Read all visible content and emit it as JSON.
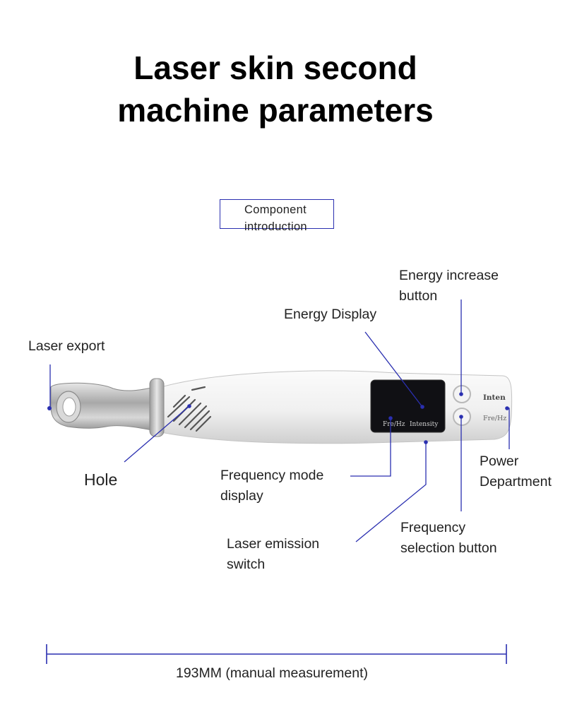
{
  "title": {
    "line1": "Laser skin second",
    "line2": "machine parameters"
  },
  "intro": {
    "line1": "Component",
    "line2": "introduction"
  },
  "device": {
    "display_left_label": "Fre/Hz",
    "display_right_label": "Intensity",
    "side_label_top": "Inten",
    "side_label_bottom": "Fre/Hz"
  },
  "labels": {
    "energy_increase": {
      "line1": "Energy increase",
      "line2": "button"
    },
    "energy_display": "Energy Display",
    "laser_export": "Laser export",
    "hole": "Hole",
    "frequency_mode": {
      "line1": "Frequency mode",
      "line2": "display"
    },
    "power": {
      "line1": "Power",
      "line2": "Department"
    },
    "frequency_selection": {
      "line1": "Frequency",
      "line2": "selection button"
    },
    "laser_emission": {
      "line1": "Laser emission",
      "line2": "switch"
    }
  },
  "measurement": "193MM (manual measurement)",
  "colors": {
    "accent": "#2a2fb0",
    "body": "#f2f2f2",
    "screen": "#101014"
  }
}
